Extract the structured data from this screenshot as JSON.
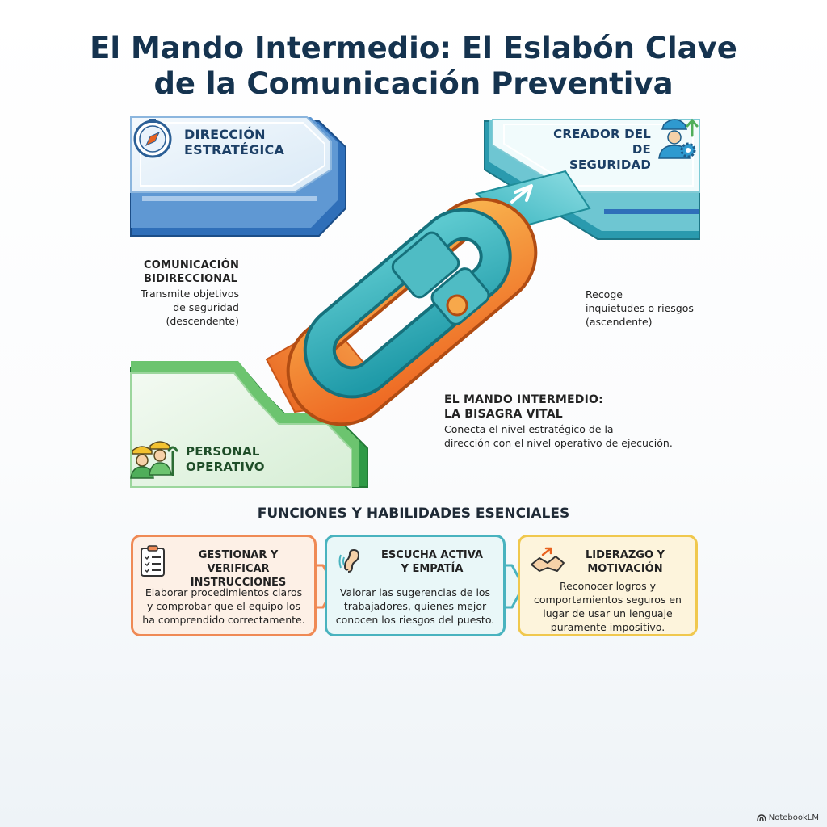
{
  "title": {
    "line1": "El Mando Intermedio: El Eslabón Clave",
    "line2": "de la Comunicación Preventiva"
  },
  "nodes": {
    "direccion": {
      "line1": "DIRECCIÓN",
      "line2": "ESTRATÉGICA"
    },
    "creador": {
      "line1": "CREADOR DEL",
      "line2": "DE SEGURIDAD"
    },
    "personal": {
      "line1": "PERSONAL",
      "line2": "OPERATIVO"
    }
  },
  "comunicacion": {
    "heading1": "COMUNICACIÓN",
    "heading2": "BIDIRECCIONAL",
    "desc": [
      "Transmite objetivos",
      "de seguridad",
      "(descendente)"
    ]
  },
  "recoge": {
    "desc": [
      "Recoge",
      "inquietudes o riesgos",
      "(ascendente)"
    ]
  },
  "mando": {
    "heading1": "EL MANDO INTERMEDIO:",
    "heading2": "LA BISAGRA VITAL",
    "desc1": "Conecta el nivel estratégico de la",
    "desc2": "dirección con el nivel operativo de ejecución."
  },
  "funciones": {
    "title": "FUNCIONES Y HABILIDADES ESENCIALES",
    "cards": [
      {
        "title": [
          "GESTIONAR Y VERIFICAR",
          "INSTRUCCIONES"
        ],
        "text": [
          "Elaborar procedimientos claros",
          "y comprobar que el equipo los",
          "ha comprendido correctamente."
        ]
      },
      {
        "title": [
          "ESCUCHA ACTIVA",
          "Y EMPATÍA"
        ],
        "text": [
          "Valorar las sugerencias de los",
          "trabajadores, quienes mejor",
          "conocen los riesgos del puesto."
        ]
      },
      {
        "title": [
          "LIDERAZGO Y",
          "MOTIVACIÓN"
        ],
        "text": [
          "Reconocer logros y",
          "comportamientos seguros en",
          "lugar de usar un lenguaje",
          "puramente impositivo."
        ]
      }
    ]
  },
  "colors": {
    "blue": "#2f6fb9",
    "teal": "#2fa7b3",
    "green": "#4fae5a",
    "orange": "#f07f2e",
    "card_orange_border": "#ef8a55",
    "card_teal_border": "#49b3bf",
    "card_yellow_border": "#f0c84e"
  },
  "brand": "NotebookLM"
}
